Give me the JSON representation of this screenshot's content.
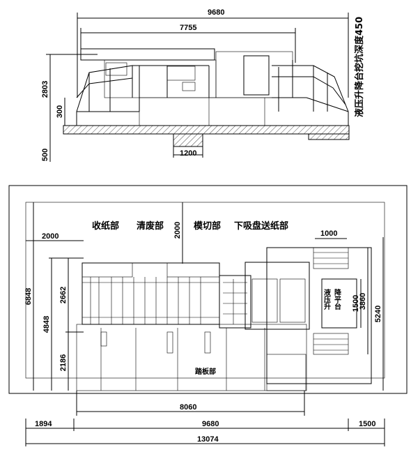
{
  "side_view": {
    "dims": {
      "overall_length": "9680",
      "machine_length": "7755",
      "height": "2803",
      "platform": "300",
      "base": "500",
      "pit": "1200"
    },
    "pit_note": "液压升降台挖坑深度450"
  },
  "plan_view": {
    "sections": {
      "delivery": "收纸部",
      "stripping": "清废部",
      "die_cut": "模切部",
      "feeder": "下吸盘送纸部",
      "walkway": "踏板部"
    },
    "lift_table": {
      "col1": "液压升",
      "col2": "降平台"
    },
    "dims": {
      "top_clearance": "2000",
      "left_clearance": "2000",
      "upper_depth": "2662",
      "total_depth": "4848",
      "lower_depth": "2186",
      "room_depth": "6848",
      "lift_width": "1000",
      "lift_length": "1500",
      "lift_zone": "3860",
      "right_depth": "5240",
      "machine_span": "8060",
      "left_margin": "1894",
      "overall_length": "9680",
      "right_margin": "1500",
      "room_length": "13074"
    }
  }
}
